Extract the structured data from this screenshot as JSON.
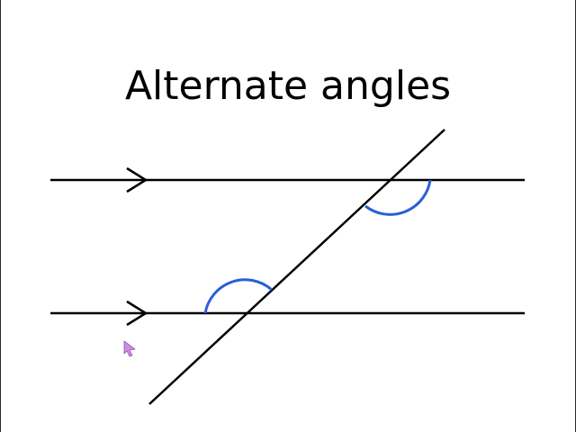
{
  "title": "Alternate angles",
  "colors": {
    "background": "#ffffff",
    "line": "#000000",
    "angle_arc": "#2a5fd6",
    "cursor": "#b060c8"
  },
  "diagram": {
    "elements": [
      "parallel-line-top",
      "parallel-line-bottom",
      "transversal-line",
      "angle-arc-top",
      "angle-arc-bottom"
    ],
    "parallel_marks": 2,
    "icons": [
      "arrow-cursor-icon"
    ]
  }
}
